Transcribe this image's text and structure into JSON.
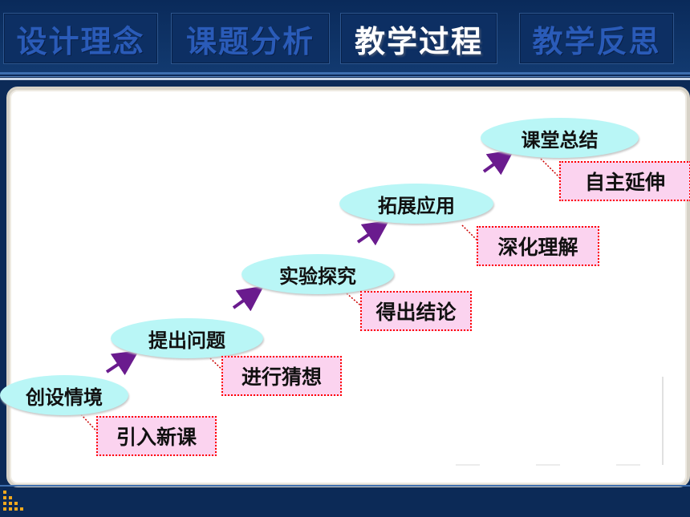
{
  "nav": {
    "tabs": [
      {
        "label": "设计理念"
      },
      {
        "label": "课题分析"
      },
      {
        "label": "教学过程"
      },
      {
        "label": "教学反思"
      }
    ]
  },
  "steps": [
    {
      "label": "创设情境",
      "note": "引入新课"
    },
    {
      "label": "提出问题",
      "note": "进行猜想"
    },
    {
      "label": "实验探究",
      "note": "得出结论"
    },
    {
      "label": "拓展应用",
      "note": "深化理解"
    },
    {
      "label": "课堂总结",
      "note": "自主延伸"
    }
  ],
  "colors": {
    "background": "#0c2a57",
    "ellipse_fill": "#b9f6f6",
    "note_fill": "#fbd3ef",
    "note_border": "#ff0000",
    "arrow": "#6a1b8e",
    "accent_dots": "#f2a91e"
  }
}
